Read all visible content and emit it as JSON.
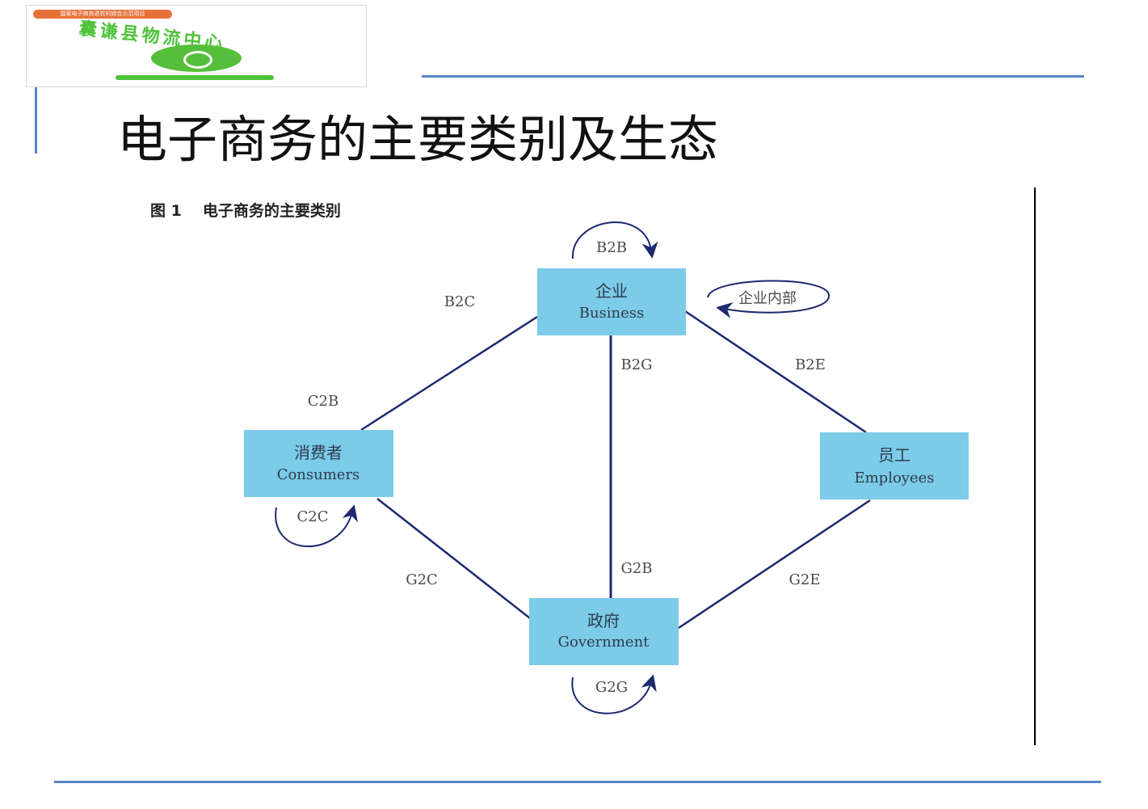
{
  "colors": {
    "accent_rule": "#5b84c2",
    "node_fill": "#7ccbe9",
    "edge": "#1c2a6e",
    "logo_green": "#4fc33a",
    "logo_orange": "#e6723a"
  },
  "logo": {
    "banner_text": "国家电子商务进农村综合示范项目",
    "org_name": "囊谦县物流中心",
    "tagline": "",
    "emblem_icon": "logistics-emblem-icon"
  },
  "page": {
    "title": "电子商务的主要类别及生态"
  },
  "figure": {
    "number": "图 1",
    "caption": "电子商务的主要类别",
    "nodes": {
      "business": {
        "cn": "企业",
        "en": "Business"
      },
      "consumers": {
        "cn": "消费者",
        "en": "Consumers"
      },
      "employees": {
        "cn": "员工",
        "en": "Employees"
      },
      "government": {
        "cn": "政府",
        "en": "Government"
      }
    },
    "edge_labels": {
      "b2b": "B2B",
      "internal": "企业内部",
      "b2c": "B2C",
      "c2b": "C2B",
      "b2g": "B2G",
      "b2e": "B2E",
      "c2c": "C2C",
      "g2c": "G2C",
      "g2b": "G2B",
      "g2e": "G2E",
      "g2g": "G2G"
    }
  }
}
